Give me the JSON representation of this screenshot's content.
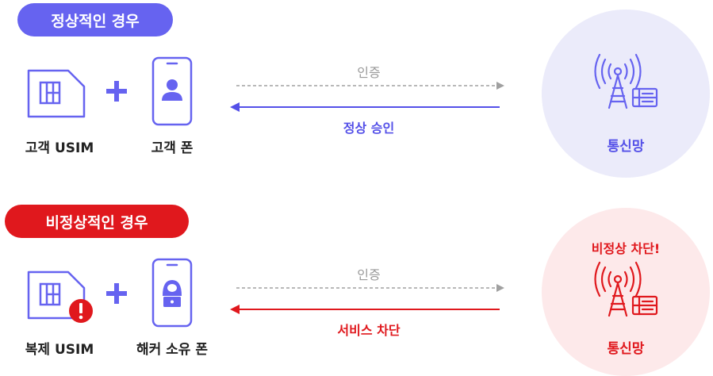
{
  "normal": {
    "badge": "정상적인 경우",
    "sim_label": "고객 USIM",
    "phone_label": "고객 폰",
    "auth_label": "인증",
    "response_label": "정상 승인",
    "network_label": "통신망",
    "badge_color": "#6663f0",
    "accent_color": "#5450e8"
  },
  "abnormal": {
    "badge": "비정상적인 경우",
    "sim_label": "복제 USIM",
    "phone_label": "해커 소유 폰",
    "auth_label": "인증",
    "response_label": "서비스 차단",
    "network_alert": "비정상 차단!",
    "network_label": "통신망",
    "badge_color": "#e0181d",
    "accent_color": "#e0181d"
  },
  "icons": [
    "sim-card-icon",
    "plus-icon",
    "phone-user-icon",
    "phone-hacker-icon",
    "warning-icon",
    "cell-tower-icon"
  ]
}
